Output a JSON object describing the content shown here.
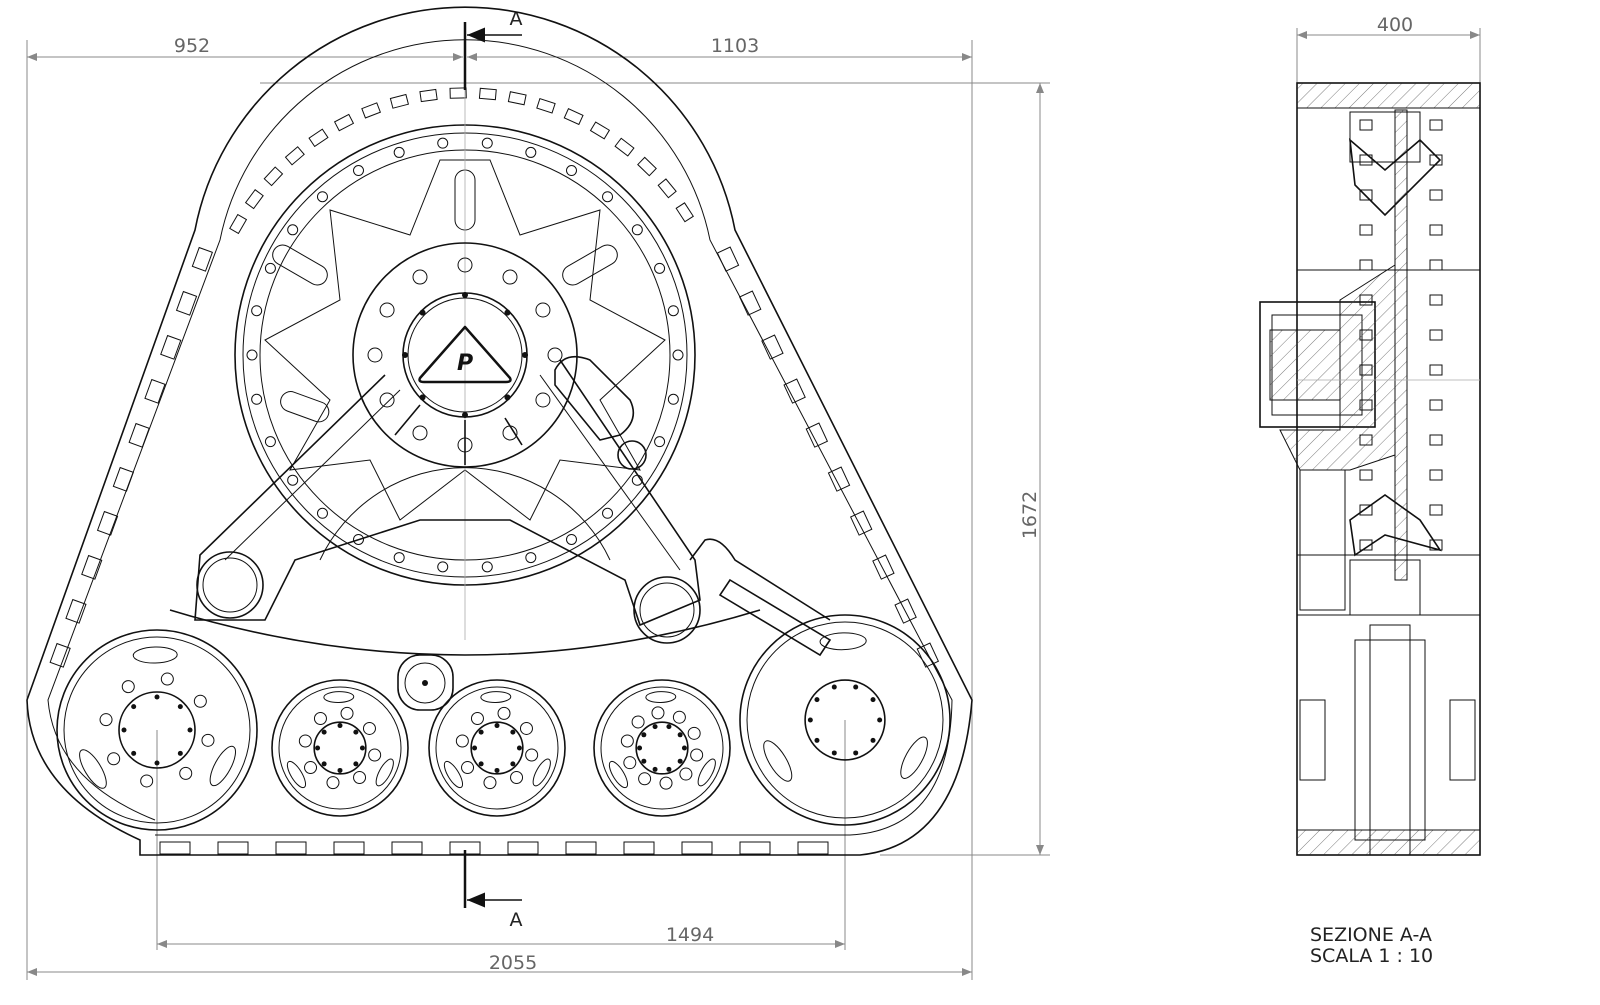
{
  "dimensions": {
    "left_width": "952",
    "right_width": "1103",
    "height": "1672",
    "wheelbase": "1494",
    "total_length": "2055",
    "section_width": "400"
  },
  "section_markers": {
    "top": "A",
    "bottom": "A"
  },
  "section_title": {
    "line1": "SEZIONE A-A",
    "line2": "SCALA 1 : 10"
  },
  "logo": {
    "letter": "P"
  },
  "colors": {
    "line": "#111111",
    "dimension": "#888888"
  }
}
